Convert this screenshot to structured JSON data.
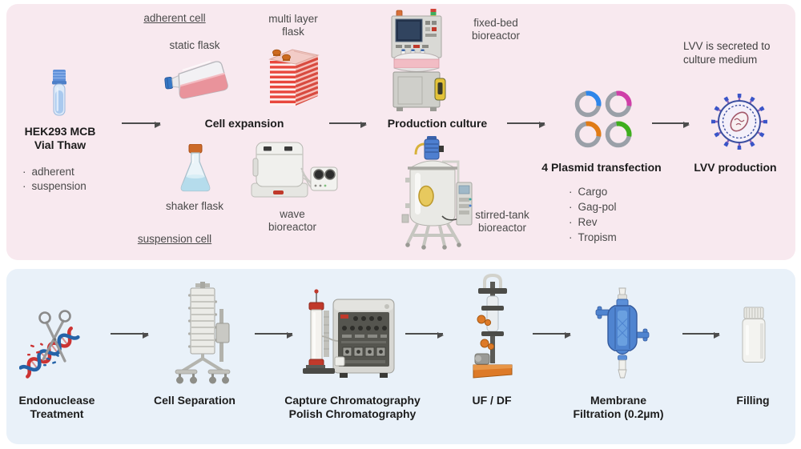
{
  "colors": {
    "upstream_panel_bg": "#f8e9ef",
    "downstream_panel_bg": "#e9f1f9",
    "arrow": "#4d4d4d",
    "plasmid_cargo": "#2e86ea",
    "plasmid_gag_pol": "#cf3fa8",
    "plasmid_rev": "#e07b16",
    "plasmid_tropism": "#3fae1e"
  },
  "upstream": {
    "vial_thaw": {
      "title1": "HEK293 MCB",
      "title2": "Vial Thaw",
      "bullet1": "adherent",
      "bullet2": "suspension"
    },
    "cell_expansion": {
      "title": "Cell expansion",
      "adherent_header": "adherent cell",
      "suspension_header": "suspension cell",
      "static_flask": "static flask",
      "multi_layer_1": "multi layer",
      "multi_layer_2": "flask",
      "shaker_flask": "shaker flask",
      "wave_1": "wave",
      "wave_2": "bioreactor"
    },
    "production_culture": {
      "title": "Production culture",
      "fixed_bed_1": "fixed-bed",
      "fixed_bed_2": "bioreactor",
      "stirred_1": "stirred-tank",
      "stirred_2": "bioreactor"
    },
    "transfection": {
      "title": "4 Plasmid transfection",
      "bullet1": "Cargo",
      "bullet2": "Gag-pol",
      "bullet3": "Rev",
      "bullet4": "Tropism"
    },
    "lvv": {
      "title": "LVV production",
      "note1": "LVV is secreted to",
      "note2": "culture medium"
    }
  },
  "downstream": {
    "endonuclease_1": "Endonuclease",
    "endonuclease_2": "Treatment",
    "cell_separation": "Cell Separation",
    "chromatography_1": "Capture Chromatography",
    "chromatography_2": "Polish Chromatography",
    "uf_df": "UF / DF",
    "membrane_1": "Membrane",
    "membrane_2": "Filtration (0.2µm)",
    "filling": "Filling"
  }
}
